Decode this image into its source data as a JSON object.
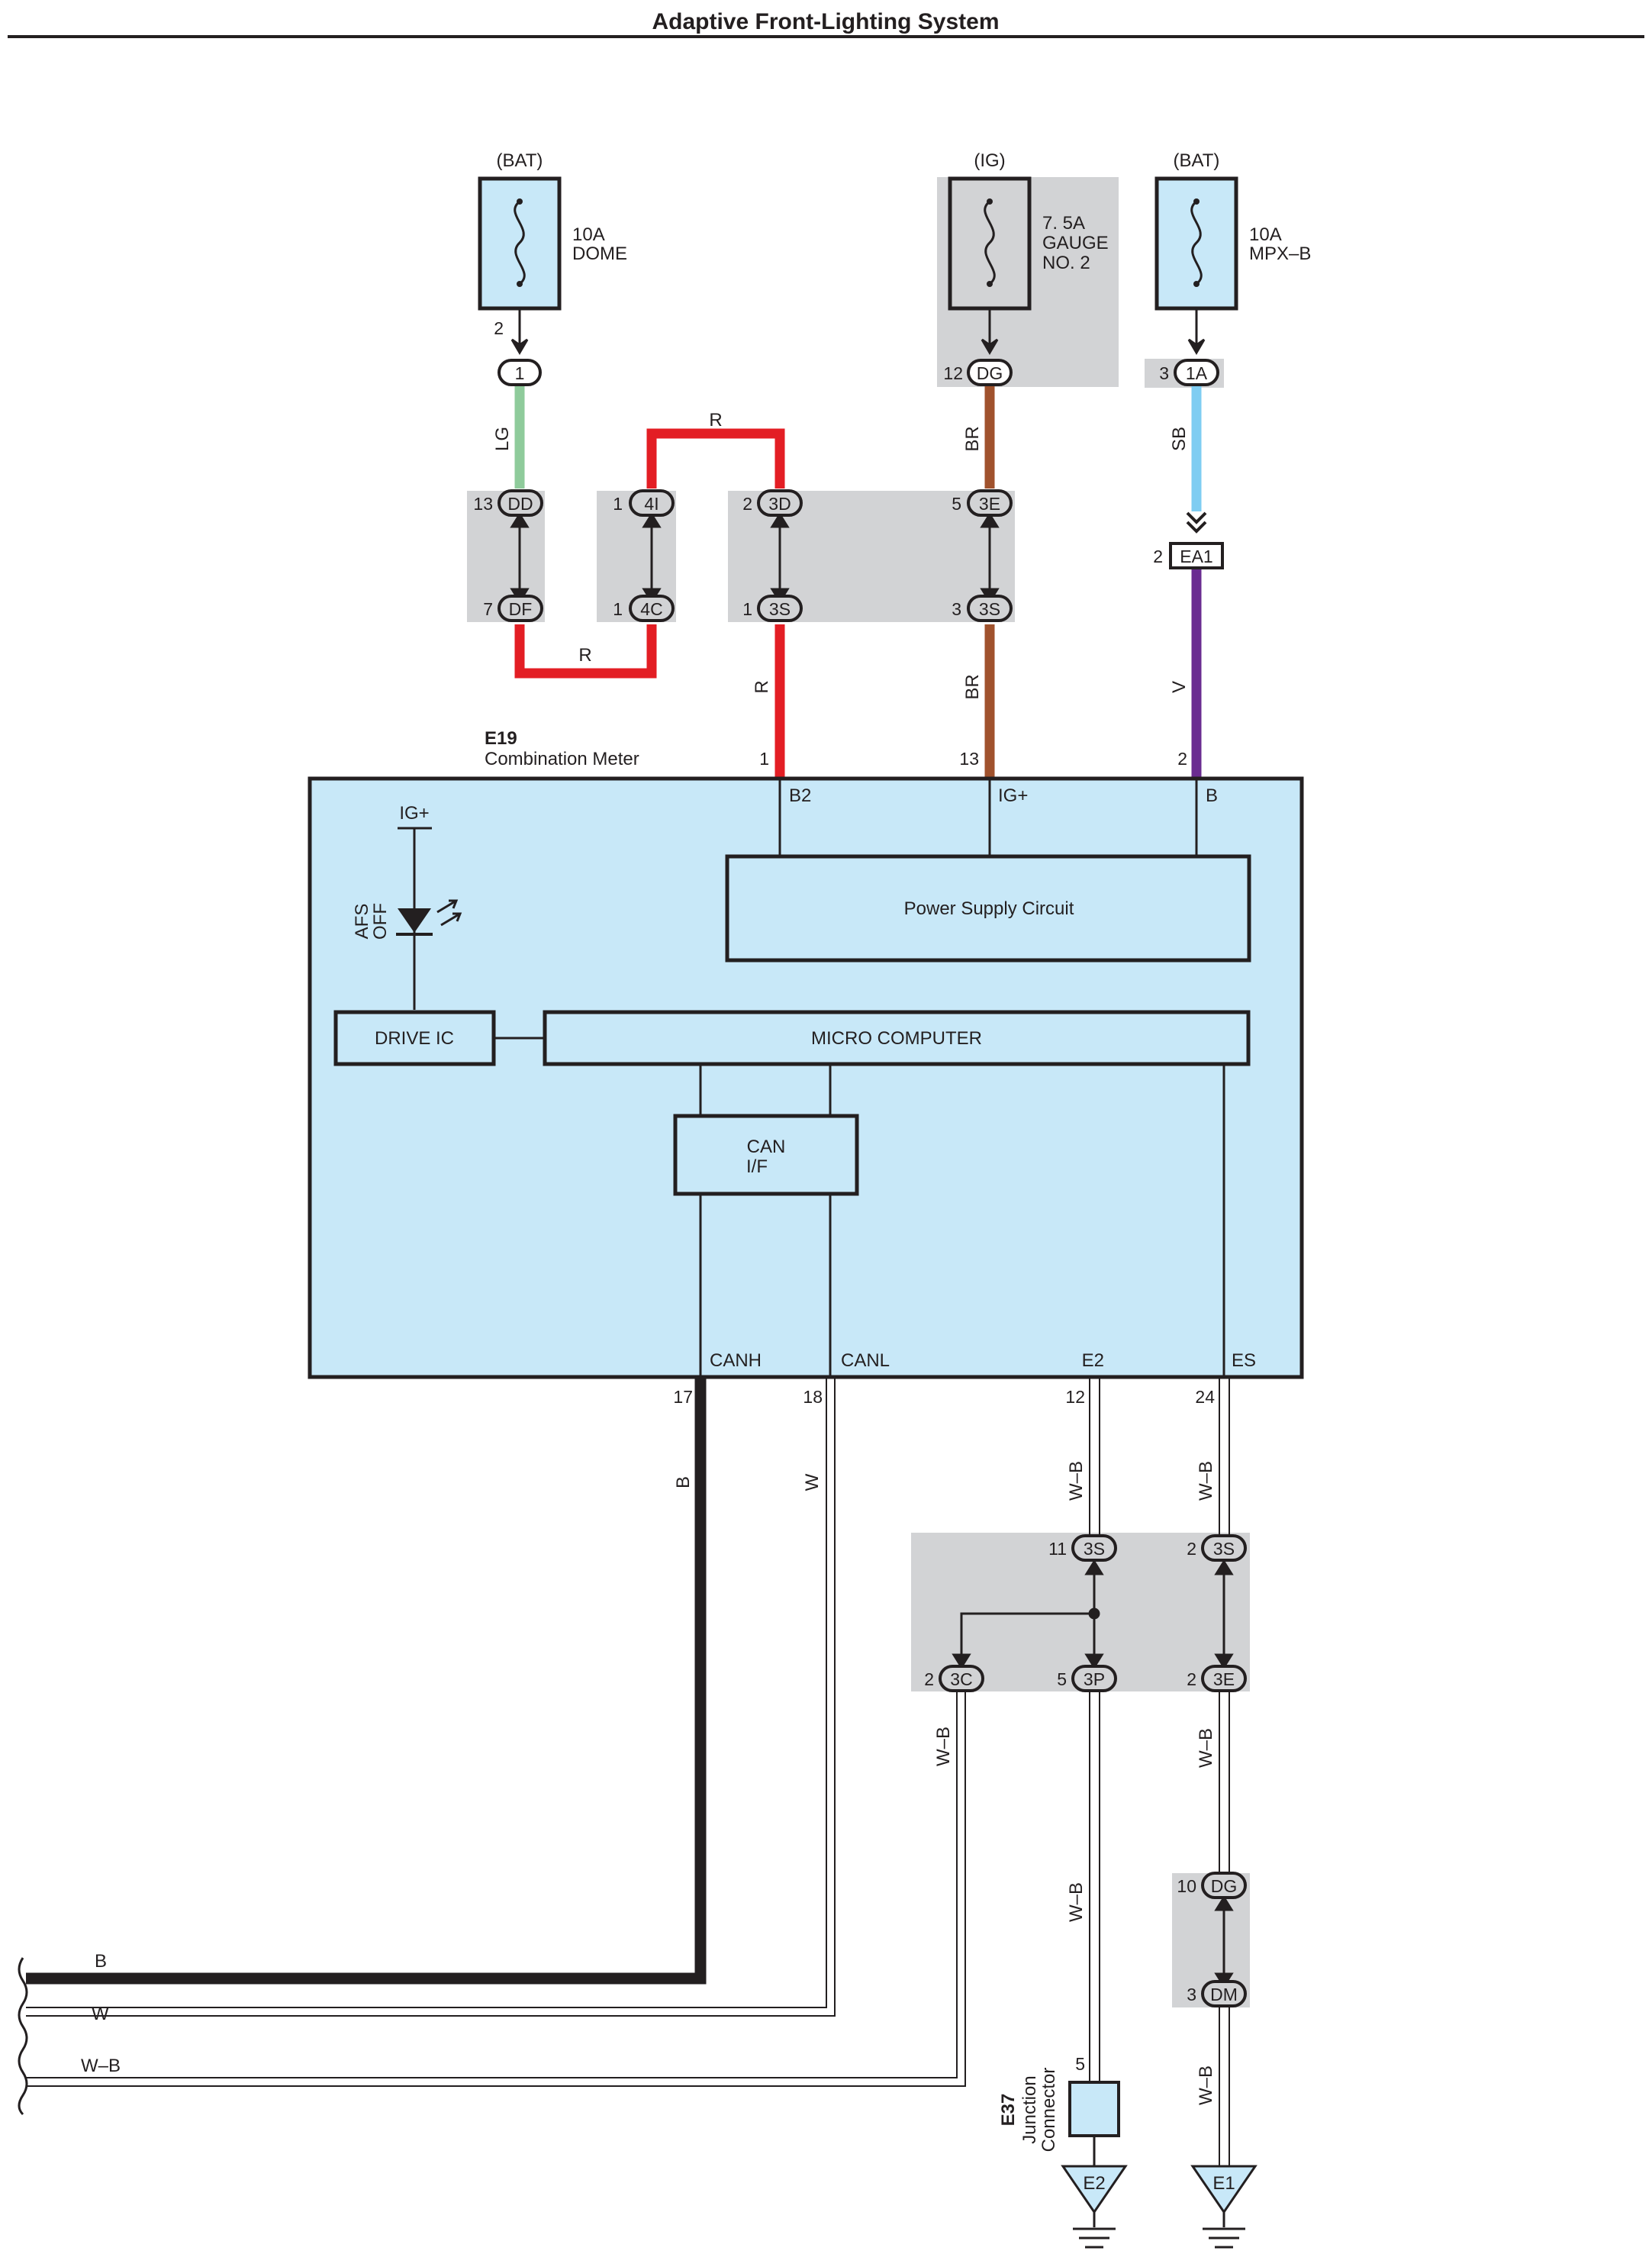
{
  "title": "Adaptive Front-Lighting System",
  "colors": {
    "module_fill": "#c8e8f8",
    "connector_group_fill": "#d2d3d5",
    "wire_LG": "#8fcb9b",
    "wire_R": "#e31e24",
    "wire_BR": "#a0522d",
    "wire_SB": "#7fcdf2",
    "wire_V": "#6a2c91",
    "wire_B": "#231f20",
    "wire_W": "#ffffff",
    "wire_WB": "#ffffff"
  },
  "sources": {
    "dome": {
      "supply": "(BAT)",
      "rating": "10A",
      "name": "DOME",
      "pin": "2",
      "connector": "1"
    },
    "gauge": {
      "supply": "(IG)",
      "rating": "7. 5A",
      "name1": "GAUGE",
      "name2": "NO. 2",
      "pin": "12",
      "connector": "DG"
    },
    "mpx": {
      "supply": "(BAT)",
      "rating": "10A",
      "name": "MPX–B",
      "pin": "3",
      "connector": "1A"
    }
  },
  "connectors": {
    "dd": {
      "pin": "13",
      "name": "DD"
    },
    "df": {
      "pin": "7",
      "name": "DF"
    },
    "i4": {
      "pin": "1",
      "name": "4I"
    },
    "c4": {
      "pin": "1",
      "name": "4C"
    },
    "d3": {
      "pin": "2",
      "name": "3D"
    },
    "s3a": {
      "pin": "1",
      "name": "3S"
    },
    "e3a": {
      "pin": "5",
      "name": "3E"
    },
    "s3b": {
      "pin": "3",
      "name": "3S"
    },
    "ea1": {
      "pin": "2",
      "name": "EA1"
    },
    "s3c": {
      "pin": "11",
      "name": "3S"
    },
    "s3d": {
      "pin": "2",
      "name": "3S"
    },
    "c3": {
      "pin": "2",
      "name": "3C"
    },
    "p3": {
      "pin": "5",
      "name": "3P"
    },
    "e3b": {
      "pin": "2",
      "name": "3E"
    },
    "dg2": {
      "pin": "10",
      "name": "DG"
    },
    "dm": {
      "pin": "3",
      "name": "DM"
    }
  },
  "wire_labels": {
    "lg": "LG",
    "r1": "R",
    "r2": "R",
    "r3": "R",
    "br1": "BR",
    "br2": "BR",
    "sb": "SB",
    "v": "V",
    "b": "B",
    "w": "W",
    "wb1": "W–B",
    "wb2": "W–B",
    "wb3": "W–B",
    "wb4": "W–B",
    "wb5": "W–B",
    "wb6": "W–B",
    "harness_b": "B",
    "harness_w": "W",
    "harness_wb": "W–B"
  },
  "meter": {
    "code": "E19",
    "name": "Combination Meter",
    "pins_top": {
      "b2_num": "1",
      "b2": "B2",
      "ig_num": "13",
      "ig": "IG+",
      "b_num": "2",
      "b": "B"
    },
    "ig_internal": "IG+",
    "afs_label1": "AFS",
    "afs_label2": "OFF",
    "power_supply": "Power Supply Circuit",
    "drive_ic": "DRIVE IC",
    "micro": "MICRO COMPUTER",
    "can_if_1": "CAN",
    "can_if_2": "I/F",
    "pins_bottom": {
      "canh": "CANH",
      "canh_num": "17",
      "canl": "CANL",
      "canl_num": "18",
      "e2": "E2",
      "e2_num": "12",
      "es": "ES",
      "es_num": "24"
    }
  },
  "junction": {
    "code": "E37",
    "name1": "Junction",
    "name2": "Connector",
    "pin": "5"
  },
  "grounds": {
    "e2": "E2",
    "e1": "E1"
  }
}
